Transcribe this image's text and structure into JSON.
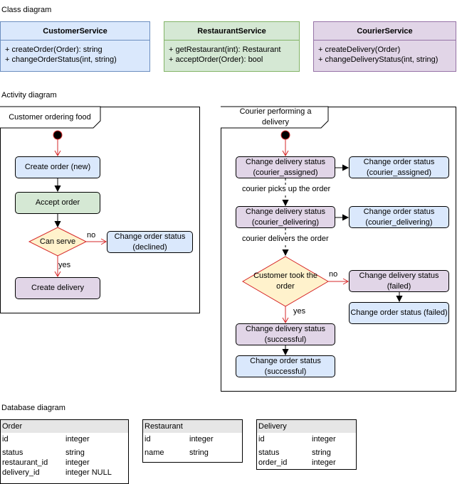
{
  "sections": {
    "class_title": "Class diagram",
    "activity_title": "Activity diagram",
    "database_title": "Database diagram"
  },
  "classes": [
    {
      "name": "CustomerService",
      "methods": [
        "+ createOrder(Order): string",
        "+ changeOrderStatus(int, string)"
      ]
    },
    {
      "name": "RestaurantService",
      "methods": [
        "+ getRestaurant(int): Restaurant",
        "+ acceptOrder(Order): bool"
      ]
    },
    {
      "name": "CourierService",
      "methods": [
        "+ createDelivery(Order)",
        "+ changeDeliveryStatus(int, string)"
      ]
    }
  ],
  "customer_flow": {
    "frame_label": "Customer ordering food",
    "create_order": "Create order (new)",
    "accept_order": "Accept order",
    "decision": "Can serve",
    "no_label": "no",
    "yes_label": "yes",
    "declined": "Change order status (declined)",
    "create_delivery": "Create delivery"
  },
  "courier_flow": {
    "frame_label": "Courier performing a delivery",
    "assigned_delivery": "Change delivery status (courier_assigned)",
    "assigned_order": "Change order status (courier_assigned)",
    "picks_up": "courier picks up the order",
    "delivering_delivery": "Change delivery status (courier_delivering)",
    "delivering_order": "Change order status (courier_delivering)",
    "delivers": "courier delivers the order",
    "decision": "Customer took the order",
    "no_label": "no",
    "yes_label": "yes",
    "failed_delivery": "Change delivery status (failed)",
    "failed_order": "Change order status (failed)",
    "success_delivery": "Change delivery status (successful)",
    "success_order": "Change order status (successful)"
  },
  "tables": [
    {
      "name": "Order",
      "rows": [
        [
          "id",
          "integer"
        ],
        [
          "status",
          "string"
        ],
        [
          "restaurant_id",
          "integer"
        ],
        [
          "delivery_id",
          "integer NULL"
        ]
      ]
    },
    {
      "name": "Restaurant",
      "rows": [
        [
          "id",
          "integer"
        ],
        [
          "name",
          "string"
        ]
      ]
    },
    {
      "name": "Delivery",
      "rows": [
        [
          "id",
          "integer"
        ],
        [
          "status",
          "string"
        ],
        [
          "order_id",
          "integer"
        ]
      ]
    }
  ]
}
